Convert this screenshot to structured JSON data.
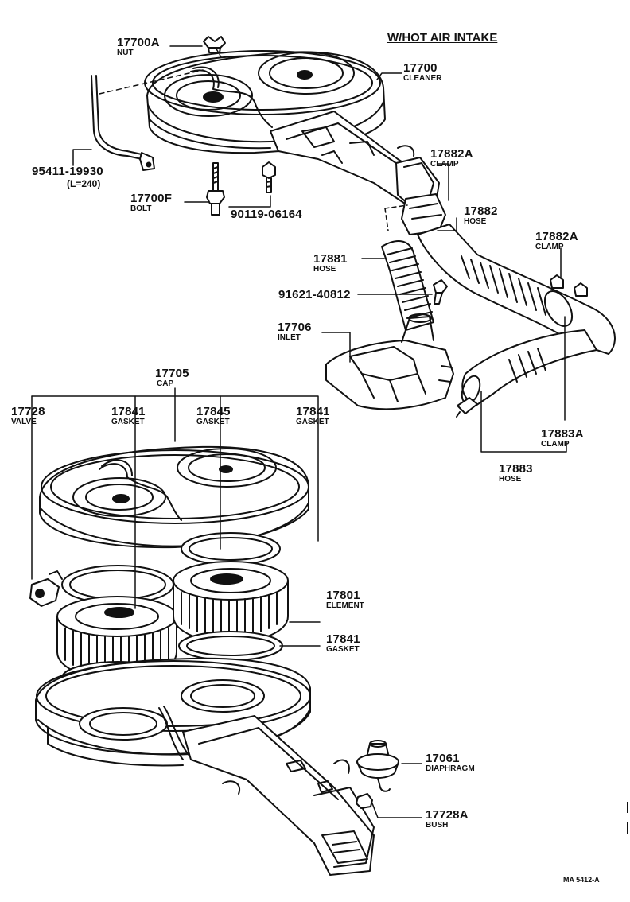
{
  "title": "W/HOT AIR INTAKE",
  "ref_code": "MA 5412-A",
  "parts": {
    "p17700A": {
      "num": "17700A",
      "name": "NUT"
    },
    "p17700": {
      "num": "17700",
      "name": "CLEANER"
    },
    "p95411": {
      "num": "95411-19930",
      "sub": "(L=240)"
    },
    "p17700F": {
      "num": "17700F",
      "name": "BOLT"
    },
    "p90119": {
      "num": "90119-06164"
    },
    "p17882A_1": {
      "num": "17882A",
      "name": "CLAMP"
    },
    "p17882": {
      "num": "17882",
      "name": "HOSE"
    },
    "p17882A_2": {
      "num": "17882A",
      "name": "CLAMP"
    },
    "p17881": {
      "num": "17881",
      "name": "HOSE"
    },
    "p91621": {
      "num": "91621-40812"
    },
    "p17706": {
      "num": "17706",
      "name": "INLET"
    },
    "p17883A": {
      "num": "17883A",
      "name": "CLAMP"
    },
    "p17883": {
      "num": "17883",
      "name": "HOSE"
    },
    "p17705": {
      "num": "17705",
      "name": "CAP"
    },
    "p17728": {
      "num": "17728",
      "name": "VALVE"
    },
    "p17841_1": {
      "num": "17841",
      "name": "GASKET"
    },
    "p17845": {
      "num": "17845",
      "name": "GASKET"
    },
    "p17841_2": {
      "num": "17841",
      "name": "GASKET"
    },
    "p17801": {
      "num": "17801",
      "name": "ELEMENT"
    },
    "p17841_3": {
      "num": "17841",
      "name": "GASKET"
    },
    "p17061": {
      "num": "17061",
      "name": "DIAPHRAGM"
    },
    "p17728A": {
      "num": "17728A",
      "name": "BUSH"
    }
  }
}
